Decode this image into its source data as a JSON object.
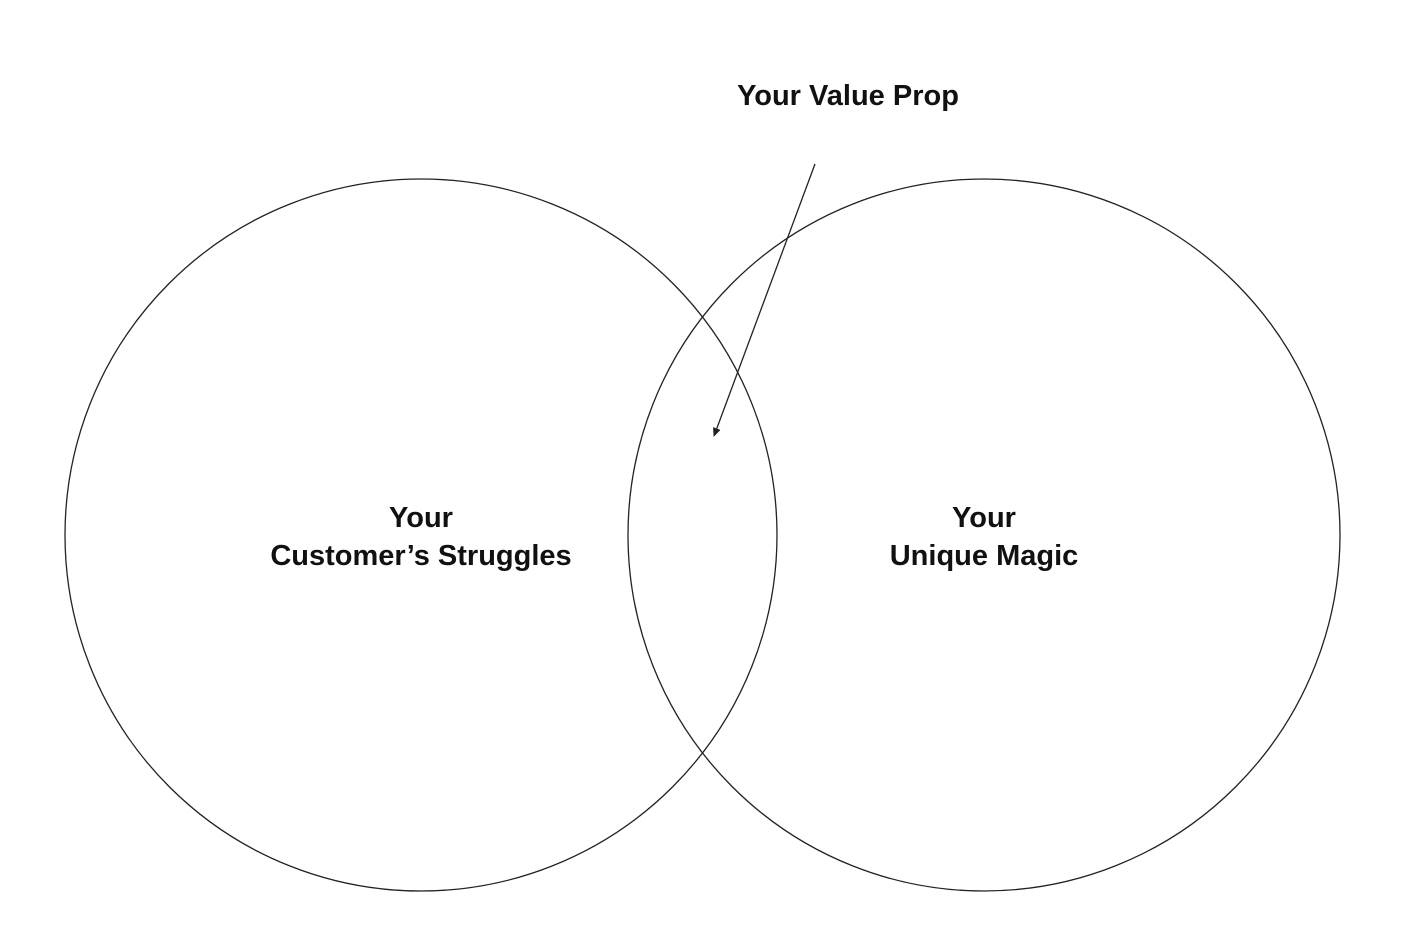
{
  "callout": {
    "label": "Your Value Prop"
  },
  "circles": {
    "left": {
      "line1": "Your",
      "line2": "Customer’s Struggles"
    },
    "right": {
      "line1": "Your",
      "line2": "Unique Magic"
    }
  },
  "colors": {
    "stroke": "#222222",
    "text": "#111111",
    "background": "#ffffff"
  }
}
